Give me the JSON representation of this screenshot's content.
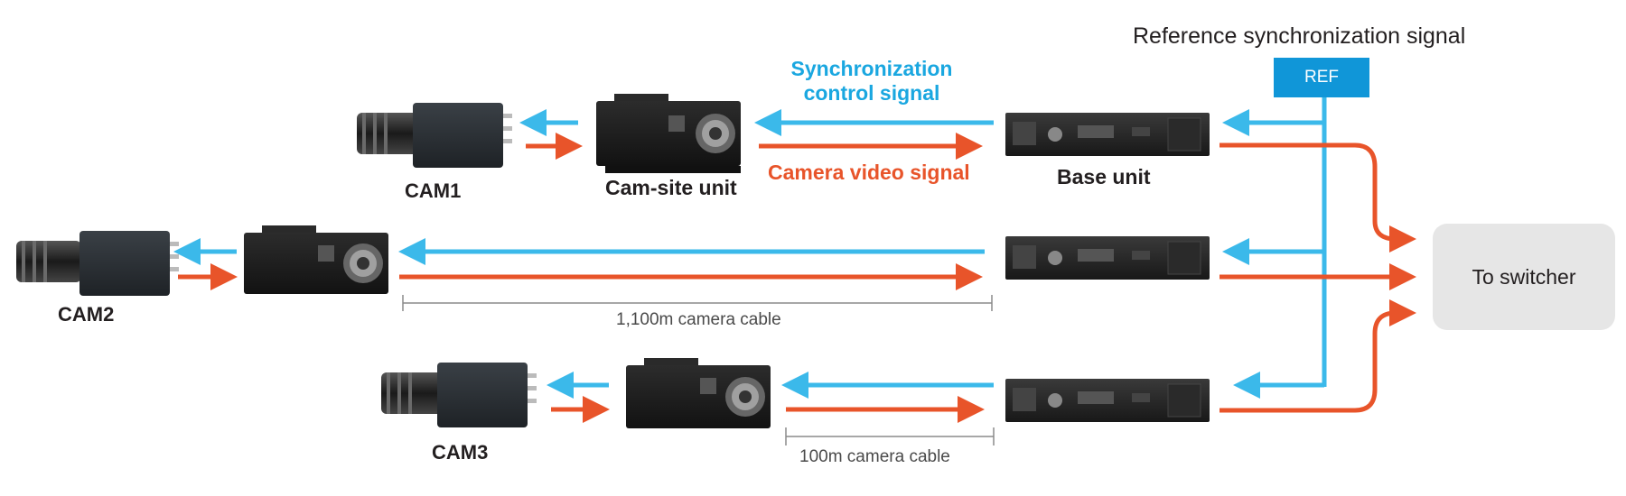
{
  "labels": {
    "cam1": "CAM1",
    "cam2": "CAM2",
    "cam3": "CAM3",
    "cam_site_unit": "Cam-site unit",
    "base_unit": "Base unit",
    "sync_signal_line1": "Synchronization",
    "sync_signal_line2": "control signal",
    "video_signal": "Camera video signal",
    "ref_title": "Reference synchronization signal",
    "ref_box": "REF",
    "switcher": "To switcher",
    "cable_long": "1,100m camera cable",
    "cable_short": "100m camera cable"
  },
  "colors": {
    "sync_arrow": "#3bb9ea",
    "video_arrow": "#e8542a",
    "ref_box": "#1096d8",
    "switcher_box": "#e6e6e6",
    "device_body": "#1f1f1f"
  }
}
